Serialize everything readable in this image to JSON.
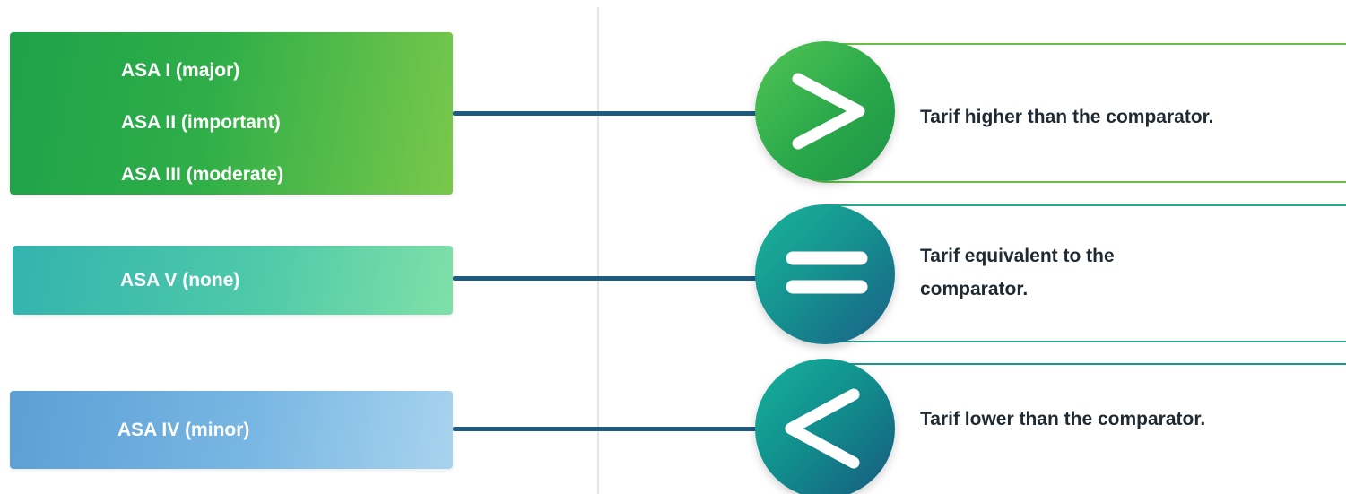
{
  "left_boxes": [
    {
      "lines": [
        "ASA I (major)",
        "ASA II (important)",
        "ASA III (moderate)"
      ]
    },
    {
      "lines": [
        "ASA V (none)"
      ]
    },
    {
      "lines": [
        "ASA IV (minor)"
      ]
    }
  ],
  "outcomes": [
    {
      "symbol": "greater-than",
      "text": "Tarif higher than the comparator."
    },
    {
      "symbol": "equals",
      "text_lines": [
        "Tarif equivalent to the",
        "comparator."
      ]
    },
    {
      "symbol": "less-than",
      "text": "Tarif lower than the comparator."
    }
  ],
  "colors": {
    "connector": "#1f5a80",
    "green": "#2fae48",
    "teal": "#4ec9a9",
    "blue": "#79b7e3",
    "text": "#1f2a33"
  }
}
